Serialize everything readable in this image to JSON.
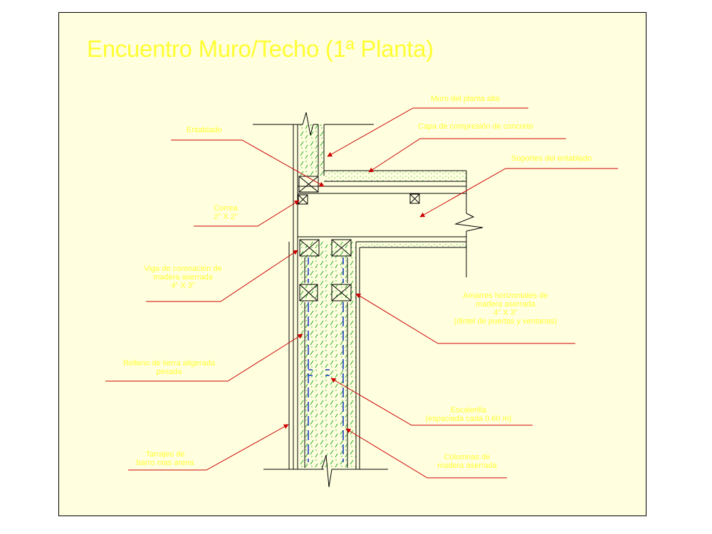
{
  "title": "Encuentro Muro/Techo (1ª Planta)",
  "colors": {
    "background": "#ffffe0",
    "title_text": "#ffff33",
    "label_text": "#ffff33",
    "leader_lines": "#cc0000",
    "hatch": "#22aa22",
    "rebar": "#1a3bbf",
    "outline": "#000000"
  },
  "labels": {
    "muro_planta_alta": "Muro del planta alta",
    "capa_compresion": "Capa de compresión de concreto",
    "soportes_entablado": "Soportes del entablado",
    "entablado": "Entablado",
    "correa_1": "Correa",
    "correa_2": "2\" X 2\"",
    "viga_1": "Viga de coronación de",
    "viga_2": "madera aserrada",
    "viga_3": "4\" X 3\"",
    "amarres_1": "Amarres horizontales de",
    "amarres_2": "madera aserrada",
    "amarres_3": "4\" X 3\"",
    "amarres_4": "(dintel de puertas y ventanas)",
    "relleno_1": "Relleno de tierra aligerada",
    "relleno_2": "pesada",
    "escalerilla_1": "Escalerilla",
    "escalerilla_2": "(espaciada cada 0.60 m)",
    "tarrajeo_1": "Tarrajeo de",
    "tarrajeo_2": "barro mas arena",
    "columnas_1": "Columnas de",
    "columnas_2": "madera aserrada"
  }
}
